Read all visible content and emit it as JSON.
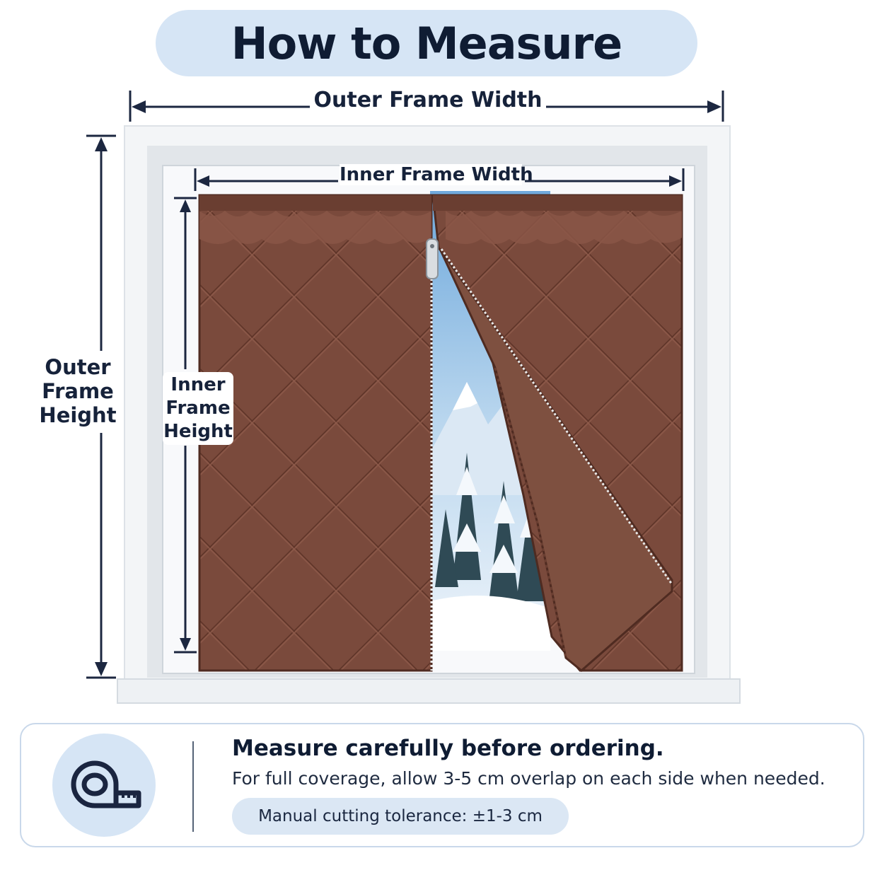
{
  "title": "How to Measure",
  "labels": {
    "outer_frame_width": "Outer Frame Width",
    "inner_frame_width": "Inner Frame Width",
    "outer_frame_height": [
      "Outer",
      "Frame",
      "Height"
    ],
    "inner_frame_height": [
      "Inner",
      "Frame",
      "Height"
    ]
  },
  "info": {
    "icon": "tape-measure-icon",
    "heading": "Measure carefully before ordering.",
    "text": "For full coverage, allow 3-5 cm overlap on each side when needed.",
    "tolerance": "Manual cutting tolerance: ±1-3 cm"
  },
  "colors": {
    "curtain": "#7a4a3c",
    "pill": "#d6e5f5",
    "text": "#0f1c33"
  }
}
